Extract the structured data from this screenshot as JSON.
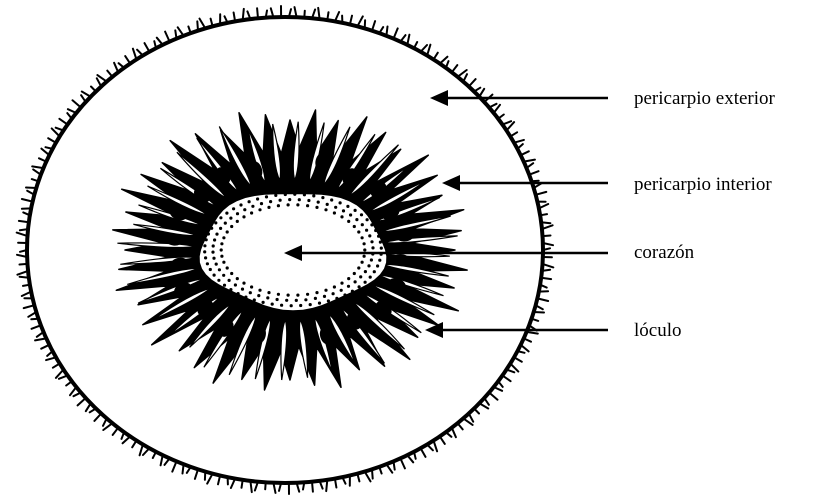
{
  "labels": [
    {
      "id": "outer",
      "text": "pericarpio exterior"
    },
    {
      "id": "inner",
      "text": "pericarpio interior"
    },
    {
      "id": "core",
      "text": "corazón"
    },
    {
      "id": "locule",
      "text": "lóculo"
    }
  ],
  "colors": {
    "ink": "#000000",
    "paper": "#ffffff"
  }
}
